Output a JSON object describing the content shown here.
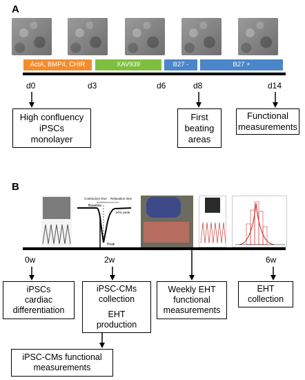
{
  "panel_a": {
    "label": "A",
    "phases": [
      {
        "label": "ActA, BMP4, CHIR",
        "color": "#f28d2e"
      },
      {
        "label": "XAV939",
        "color": "#7fbf3f"
      },
      {
        "label": "B27 -",
        "color": "#4a86c8"
      },
      {
        "label": "B27 +",
        "color": "#4a86c8"
      }
    ],
    "days": [
      "d0",
      "d3",
      "d6",
      "d8",
      "d14"
    ],
    "boxes": [
      {
        "text": "High confluency\niPSCs\nmonolayer"
      },
      {
        "text": "First\nbeating\nareas"
      },
      {
        "text": "Functional\nmeasurements"
      }
    ]
  },
  "panel_b": {
    "label": "B",
    "weeks": [
      "0w",
      "2w",
      "6w"
    ],
    "boxes": [
      {
        "text": "iPSCs\ncardiac\ndifferentiation"
      },
      {
        "text": "iPSC-CMs\ncollection"
      },
      {
        "text": "EHT\nproduction"
      },
      {
        "text": "Weekly EHT\nfunctional\nmeasurements"
      },
      {
        "text": "EHT\ncollection"
      },
      {
        "text": "iPSC-CMs functional\nmeasurements"
      }
    ],
    "figure_labels": {
      "contraction_time": "Contraction time",
      "relaxation_time": "Relaxation time",
      "baseline": "Baseline",
      "peak_percent": "20% peak",
      "peak": "Peak"
    }
  }
}
